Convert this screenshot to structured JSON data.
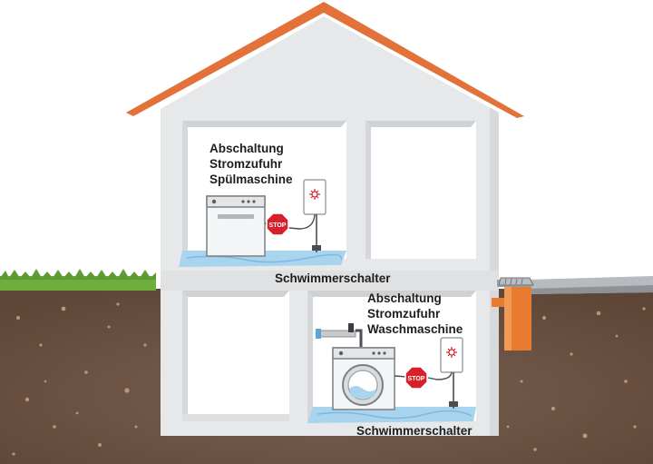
{
  "labels": {
    "upper_shutoff": [
      "Abschaltung",
      "Stromzufuhr",
      "Spülmaschine"
    ],
    "upper_float_switch": "Schwimmerschalter",
    "lower_shutoff": [
      "Abschaltung",
      "Stromzufuhr",
      "Waschmaschine"
    ],
    "lower_float_switch": "Schwimmerschalter",
    "stop_sign_text": "STOP"
  },
  "colors": {
    "roof": "#e2723a",
    "wall": "#e7e8e9",
    "room": "#ffffff",
    "soil": "#6e5444",
    "grass": "#6fae3d",
    "water": "#a8d4ee",
    "stop": "#d8202a",
    "drain": "#e77b2f"
  }
}
